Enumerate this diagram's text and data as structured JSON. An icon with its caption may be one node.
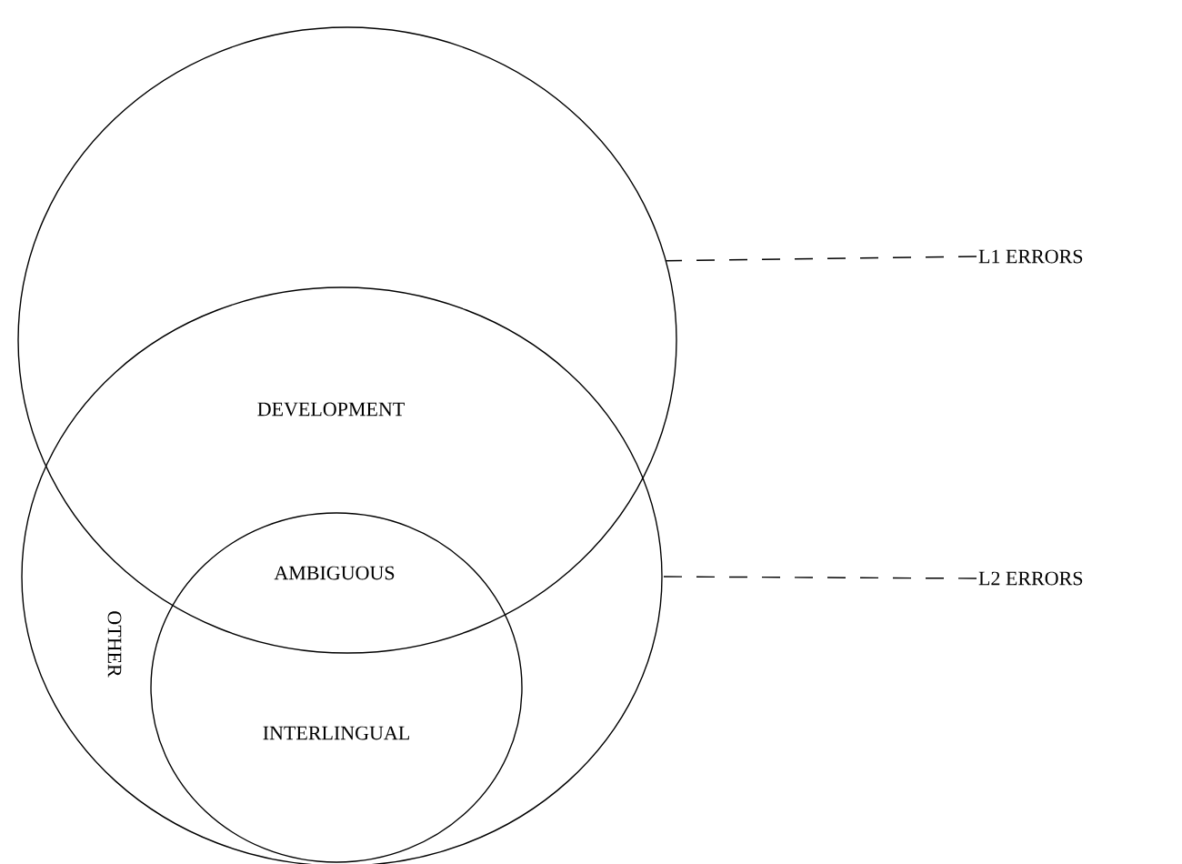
{
  "diagram": {
    "nodes": [
      {
        "text": [],
        "shape": "circle"
      },
      {
        "text": [],
        "shape": "circle"
      },
      {
        "text": [],
        "shape": "circle",
        "in": 1
      },
      {
        "text": [
          "L1 ERRORS"
        ]
      },
      {
        "text": [
          "L2 ERRORS"
        ]
      }
    ],
    "edges": [
      {
        "from": 3,
        "to": 0,
        "arrow": "none",
        "style": "dashed"
      },
      {
        "from": 4,
        "to": 1,
        "arrow": "none",
        "style": "dashed"
      }
    ],
    "labels": [
      "DEVELOPMENT",
      "AMBIGUOUS",
      "OTHER",
      "INTERLINGUAL"
    ]
  }
}
